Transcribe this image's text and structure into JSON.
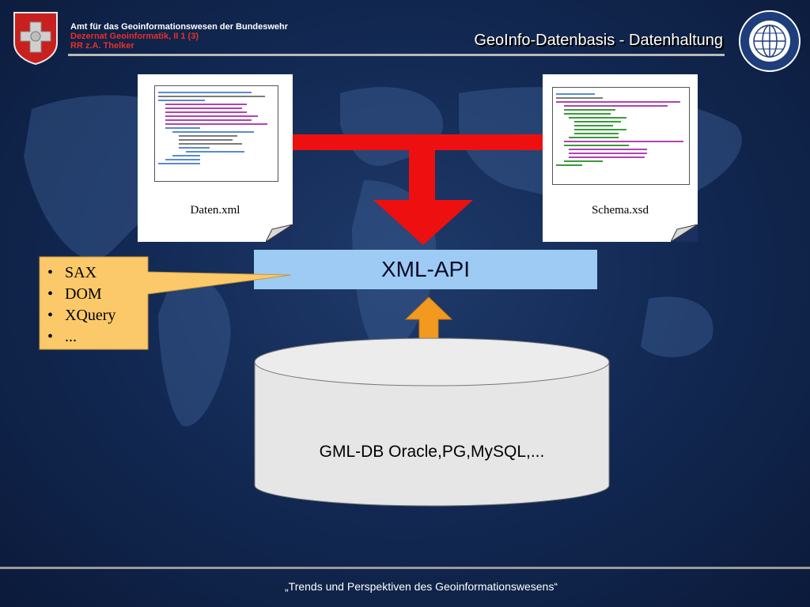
{
  "header": {
    "org_line1": "Amt für das Geoinformationswesen der Bundeswehr",
    "org_line2": "Dezernat Geoinformatik, II 1 (3)",
    "org_line3": "RR z.A. Thelker",
    "title": "GeoInfo-Datenbasis - Datenhaltung"
  },
  "documents": [
    {
      "label": "Daten.xml"
    },
    {
      "label": "Schema.xsd"
    }
  ],
  "api": {
    "label": "XML-API"
  },
  "callout": {
    "items": [
      "SAX",
      "DOM",
      "XQuery",
      "..."
    ]
  },
  "database": {
    "label": "GML-DB Oracle,PG,MySQL,..."
  },
  "footer": {
    "text": "„Trends und Perspektiven des Geoinformationswesens“"
  },
  "colors": {
    "red_arrow": "#ee1010",
    "orange_arrow": "#f29a1f",
    "api_fill": "#9dcbf3",
    "callout_fill": "#fbc96a",
    "cylinder_fill": "#e6e6e6"
  }
}
